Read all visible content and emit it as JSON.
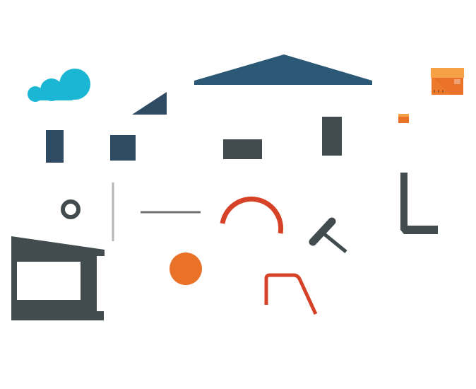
{
  "colors": {
    "navy": "#2b5875",
    "navy_dark": "#2f4a63",
    "slate": "#424b4e",
    "cyan": "#1bb6d3",
    "orange": "#ea7128",
    "orange_light": "#f7a146",
    "orange_dark": "#ec7a2a",
    "red": "#d54228",
    "gray": "#b5b5b5",
    "gray_dark": "#6f6f6f",
    "white": "#ffffff"
  },
  "shapes": [
    {
      "name": "roof-shape",
      "icon": "roof-icon",
      "color": "navy"
    },
    {
      "name": "small-triangle-shape",
      "icon": "triangle-icon",
      "color": "navy_dark"
    },
    {
      "name": "cloud-shape",
      "icon": "cloud-icon",
      "color": "cyan"
    },
    {
      "name": "box-shape",
      "icon": "box-icon",
      "color": "orange_light"
    },
    {
      "name": "small-box-shape",
      "icon": "small-box-icon",
      "color": "orange"
    },
    {
      "name": "tall-rectangle-left",
      "icon": "rectangle-icon",
      "color": "navy_dark"
    },
    {
      "name": "square-shape",
      "icon": "square-icon",
      "color": "navy_dark"
    },
    {
      "name": "wide-rectangle-shape",
      "icon": "rectangle-icon",
      "color": "slate"
    },
    {
      "name": "tall-rectangle-right",
      "icon": "rectangle-icon",
      "color": "slate"
    },
    {
      "name": "ring-shape",
      "icon": "ring-icon",
      "color": "slate"
    },
    {
      "name": "vertical-line-shape",
      "icon": "line-icon",
      "color": "gray"
    },
    {
      "name": "horizontal-line-shape",
      "icon": "line-icon",
      "color": "gray_dark"
    },
    {
      "name": "arc-shape",
      "icon": "arc-icon",
      "color": "red"
    },
    {
      "name": "t-handle-shape",
      "icon": "t-handle-icon",
      "color": "slate"
    },
    {
      "name": "l-shape",
      "icon": "l-bracket-icon",
      "color": "slate"
    },
    {
      "name": "building-shape",
      "icon": "building-icon",
      "color": "slate"
    },
    {
      "name": "orange-circle-shape",
      "icon": "circle-icon",
      "color": "orange"
    },
    {
      "name": "bent-pipe-shape",
      "icon": "bent-pipe-icon",
      "color": "red"
    }
  ]
}
